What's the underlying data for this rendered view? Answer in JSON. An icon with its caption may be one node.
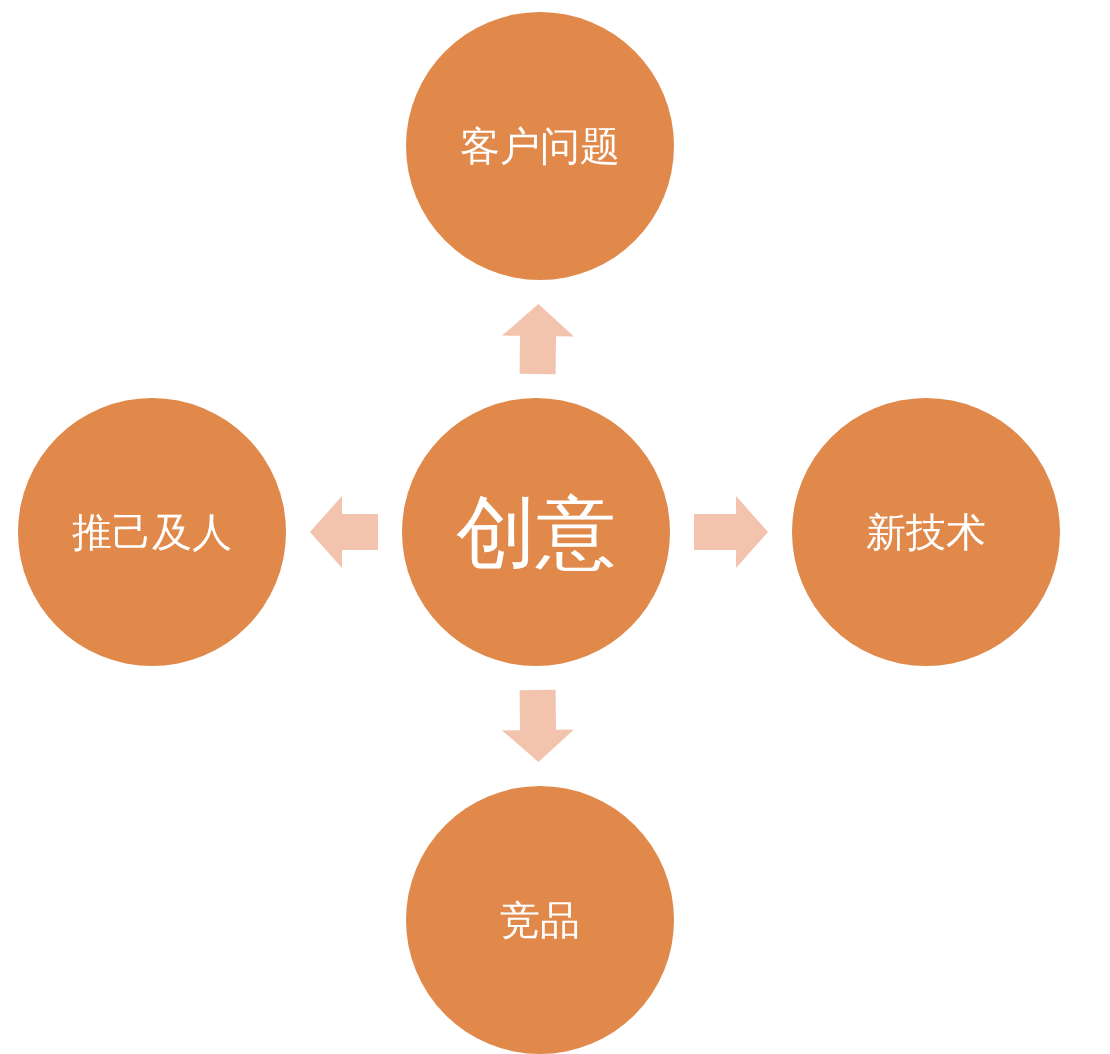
{
  "diagram": {
    "nodes": [
      {
        "text": [
          "创意"
        ]
      },
      {
        "text": [
          "客户问题"
        ]
      },
      {
        "text": [
          "推己及人"
        ]
      },
      {
        "text": [
          "新技术"
        ]
      },
      {
        "text": [
          "竞品"
        ]
      }
    ],
    "edges": [
      {
        "from": 0,
        "to": 1,
        "arrow": "to"
      },
      {
        "from": 0,
        "to": 2,
        "arrow": "to"
      },
      {
        "from": 0,
        "to": 3,
        "arrow": "to"
      },
      {
        "from": 0,
        "to": 4,
        "arrow": "to"
      }
    ]
  }
}
